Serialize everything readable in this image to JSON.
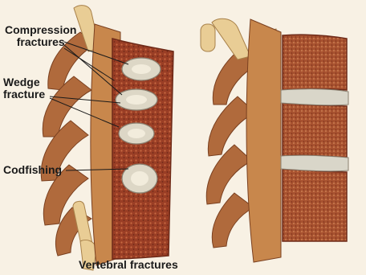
{
  "labels": {
    "compression": [
      "Compression",
      "fractures"
    ],
    "wedge": [
      "Wedge",
      "fracture"
    ],
    "codfishing": "Codfishing",
    "caption": "Vertebral fractures"
  },
  "colors": {
    "background": "#f8f1e4",
    "bone_shell": "#c8874c",
    "bone_marrow": "#9a3e25",
    "disc": "#d9d6c9",
    "process": "#e9cd95"
  }
}
